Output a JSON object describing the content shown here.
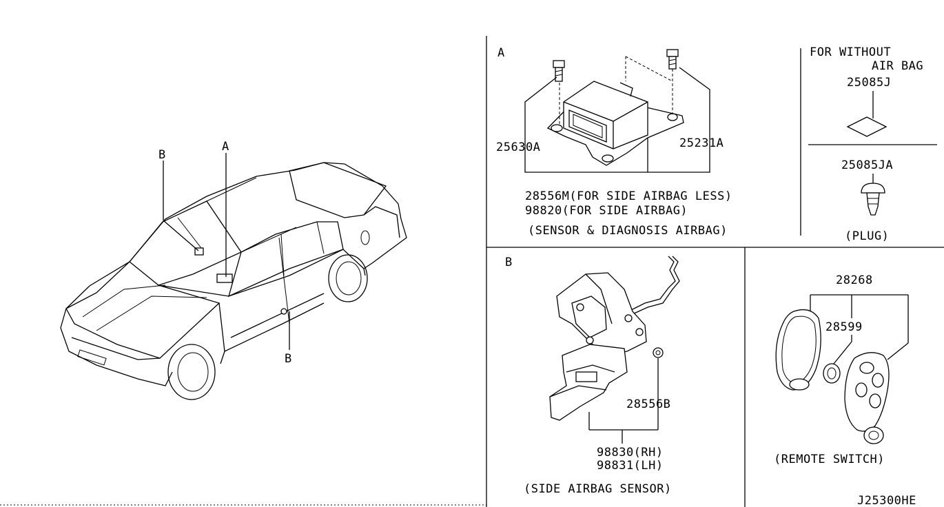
{
  "car_view": {
    "callout_a": "A",
    "callout_b_upper": "B",
    "callout_b_lower": "B"
  },
  "panel_a": {
    "section_letter": "A",
    "part_bolt_left": "25630A",
    "part_bolt_right": "25231A",
    "part_unit_line1": "28556M(FOR SIDE AIRBAG LESS)",
    "part_unit_line2": "98820(FOR SIDE AIRBAG)",
    "caption": "(SENSOR & DIAGNOSIS AIRBAG)"
  },
  "panel_without": {
    "heading_line1": "FOR WITHOUT",
    "heading_line2": "AIR BAG",
    "part_label": "25085J",
    "plug_part": "25085JA",
    "plug_caption": "(PLUG)"
  },
  "panel_b": {
    "section_letter": "B",
    "part_nut": "28556B",
    "part_rh": "98830(RH)",
    "part_lh": "98831(LH)",
    "caption": "(SIDE AIRBAG SENSOR)"
  },
  "panel_remote": {
    "part_set": "28268",
    "part_battery": "28599",
    "caption": "(REMOTE SWITCH)"
  },
  "footer": {
    "diagram_code": "J25300HE"
  }
}
